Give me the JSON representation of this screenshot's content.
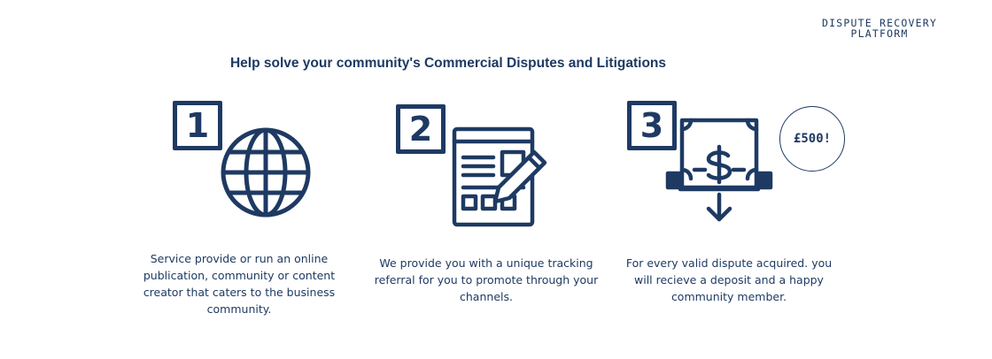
{
  "brand": {
    "line1": "DISPUTE RECOVERY",
    "line2": "PLATFORM"
  },
  "headline": "Help solve your community's Commercial Disputes and Litigations",
  "steps": [
    {
      "number": "1",
      "icon": "globe-icon",
      "description": "Service provide or run an online publication, community or content creator that caters to the business community."
    },
    {
      "number": "2",
      "icon": "document-pencil-icon",
      "description": "We provide you with a unique tracking referral for you to promote through your channels."
    },
    {
      "number": "3",
      "icon": "money-deposit-icon",
      "description": "For every valid dispute acquired. you will recieve a deposit and a happy community member."
    }
  ],
  "reward_badge": "£500!",
  "colors": {
    "primary": "#1e3a63",
    "background": "#ffffff"
  }
}
